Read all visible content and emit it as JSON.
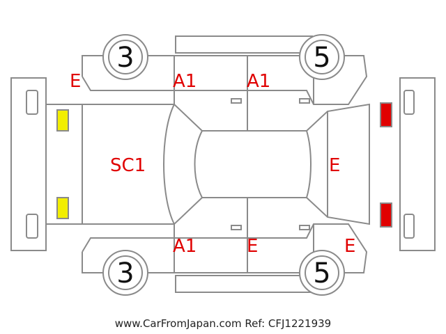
{
  "colors": {
    "outline": "#8a8a8a",
    "damage_code": "#e00000",
    "front_lamp": "#f2ee00",
    "rear_lamp": "#e00000"
  },
  "tires": {
    "front_left": "3",
    "rear_left": "5",
    "front_right": "3",
    "rear_right": "5"
  },
  "damage_codes": {
    "front_left_fender": "E",
    "left_front_door": "A1",
    "left_rear_door": "A1",
    "hood": "SC1",
    "rear_glass": "E",
    "right_front_door": "A1",
    "right_rear_door": "E",
    "right_rear_quarter": "E"
  },
  "footer": "www.CarFromJapan.com Ref: CFJ1221939"
}
